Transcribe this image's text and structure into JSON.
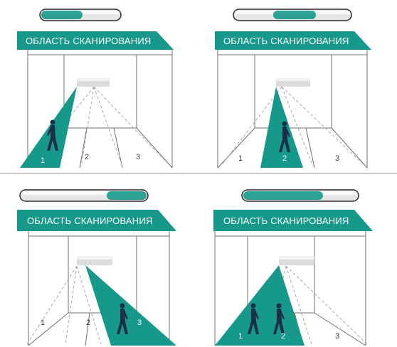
{
  "banner_text": "ОБЛАСТЬ СКАНИРОВАНИЯ",
  "colors": {
    "accent": "#16998a",
    "line": "#6f6f6f",
    "dashed": "#a8a8a8",
    "person": "#1b2f4a"
  },
  "icons": {
    "device": "air-conditioner-unit-icon",
    "person": "person-walking-icon",
    "indicator": "scan-indicator-bar-icon"
  },
  "panels": [
    {
      "banner": "ОБЛАСТЬ СКАНИРОВАНИЯ",
      "zones": [
        "1",
        "2",
        "3"
      ],
      "active_zones": [
        "1"
      ],
      "people_in_zones": [
        "1"
      ]
    },
    {
      "banner": "ОБЛАСТЬ СКАНИРОВАНИЯ",
      "zones": [
        "1",
        "2",
        "3"
      ],
      "active_zones": [
        "2"
      ],
      "people_in_zones": [
        "2"
      ]
    },
    {
      "banner": "ОБЛАСТЬ СКАНИРОВАНИЯ",
      "zones": [
        "1",
        "2",
        "3"
      ],
      "active_zones": [
        "3"
      ],
      "people_in_zones": [
        "3"
      ]
    },
    {
      "banner": "ОБЛАСТЬ СКАНИРОВАНИЯ",
      "zones": [
        "1",
        "2",
        "3"
      ],
      "active_zones": [
        "1",
        "2"
      ],
      "people_in_zones": [
        "1",
        "2"
      ]
    }
  ]
}
